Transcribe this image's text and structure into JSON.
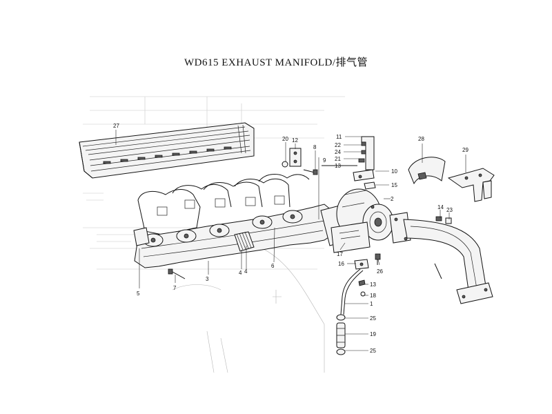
{
  "title": "WD615 EXHAUST MANIFOLD/排气管",
  "callouts": [
    {
      "id": "c27",
      "label": "27"
    },
    {
      "id": "c20",
      "label": "20"
    },
    {
      "id": "c12",
      "label": "12"
    },
    {
      "id": "c8",
      "label": "8"
    },
    {
      "id": "c11",
      "label": "11"
    },
    {
      "id": "c22",
      "label": "22"
    },
    {
      "id": "c24",
      "label": "24"
    },
    {
      "id": "c21",
      "label": "21"
    },
    {
      "id": "c13a",
      "label": "13"
    },
    {
      "id": "c10",
      "label": "10"
    },
    {
      "id": "c15",
      "label": "15"
    },
    {
      "id": "c28",
      "label": "28"
    },
    {
      "id": "c29",
      "label": "29"
    },
    {
      "id": "c2",
      "label": "2"
    },
    {
      "id": "c14",
      "label": "14"
    },
    {
      "id": "c23",
      "label": "23"
    },
    {
      "id": "c17",
      "label": "17"
    },
    {
      "id": "c16",
      "label": "16"
    },
    {
      "id": "c26",
      "label": "26"
    },
    {
      "id": "c13b",
      "label": "13"
    },
    {
      "id": "c18",
      "label": "18"
    },
    {
      "id": "c1",
      "label": "1"
    },
    {
      "id": "c25a",
      "label": "25"
    },
    {
      "id": "c19",
      "label": "19"
    },
    {
      "id": "c25b",
      "label": "25"
    },
    {
      "id": "c5",
      "label": "5"
    },
    {
      "id": "c7",
      "label": "7"
    },
    {
      "id": "c3",
      "label": "3"
    },
    {
      "id": "c4a",
      "label": "4"
    },
    {
      "id": "c4b",
      "label": "4"
    },
    {
      "id": "c6",
      "label": "6"
    },
    {
      "id": "c9",
      "label": "9"
    }
  ]
}
